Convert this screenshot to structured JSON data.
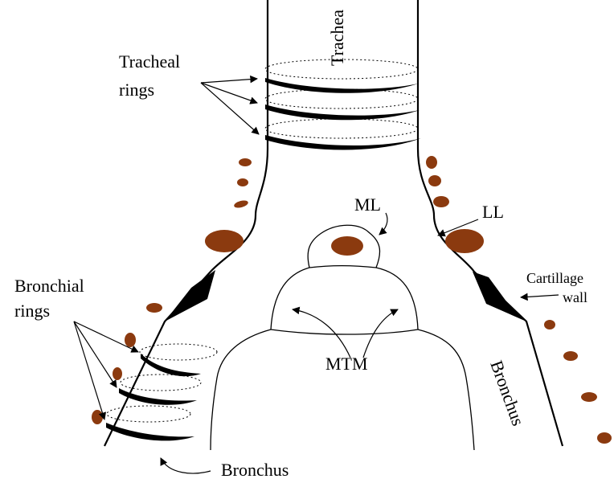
{
  "labels": {
    "trachea": "Trachea",
    "tracheal_rings_line1": "Tracheal",
    "tracheal_rings_line2": "rings",
    "ml": "ML",
    "ll": "LL",
    "bronchial_rings_line1": "Bronchial",
    "bronchial_rings_line2": "rings",
    "cartilage_wall_line1": "Cartillage",
    "cartilage_wall_line2": "wall",
    "mtm": "MTM",
    "bronchus_right": "Bronchus",
    "bronchus_bottom": "Bronchus"
  },
  "colors": {
    "brown": "#8B3A0F",
    "ink": "#000000"
  }
}
